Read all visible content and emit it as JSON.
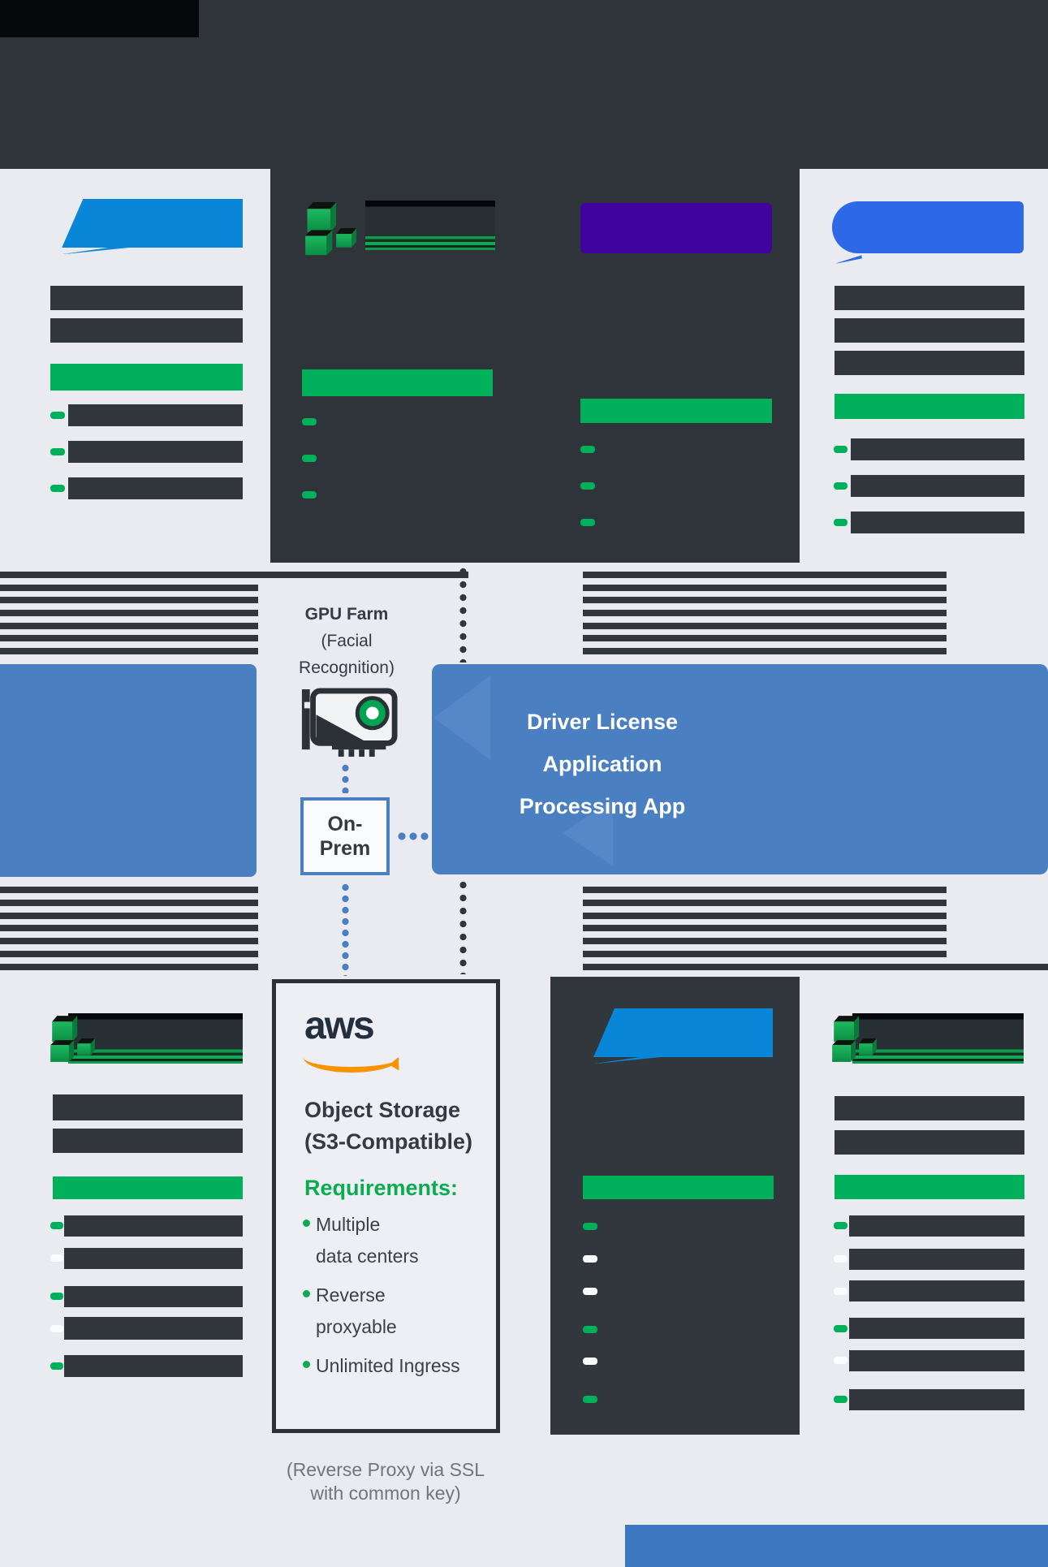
{
  "middle": {
    "gpu_farm_line1": "GPU Farm",
    "gpu_farm_line2": "(Facial",
    "gpu_farm_line3": "Recognition)",
    "on_prem_line1": "On-",
    "on_prem_line2": "Prem",
    "driver_line1": "Driver License",
    "driver_line2": "Application",
    "driver_line3": "Processing App"
  },
  "aws_box": {
    "logo_text": "aws",
    "title_line1": "Object Storage",
    "title_line2": "(S3-Compatible)",
    "requirements_label": "Requirements:",
    "bullet1_line1": "Multiple",
    "bullet1_line2": "data centers",
    "bullet2_line1": "Reverse",
    "bullet2_line2": "proxyable",
    "bullet3_line1": "Unlimited Ingress"
  },
  "caption": {
    "line1": "(Reverse Proxy via SSL",
    "line2": "with common key)"
  },
  "colors": {
    "page_background": "#e9ebf1",
    "dark_slate": "#31373d",
    "accent_green": "#00b05b",
    "sky_blue_logo": "#0a86d9",
    "royal_blue_logo": "#2d68e9",
    "purple_logo": "#4103a0",
    "app_blue": "#4a7fc2",
    "aws_navy": "#232f3e",
    "aws_orange": "#f79400",
    "bottom_band_blue": "#3d77c0",
    "gpu_fan_green": "#00a551"
  },
  "icons": {
    "gpu": "gpu-card-icon",
    "cubes": "stacked-cubes-icon",
    "aws_smile": "aws-smile-arc-icon"
  }
}
